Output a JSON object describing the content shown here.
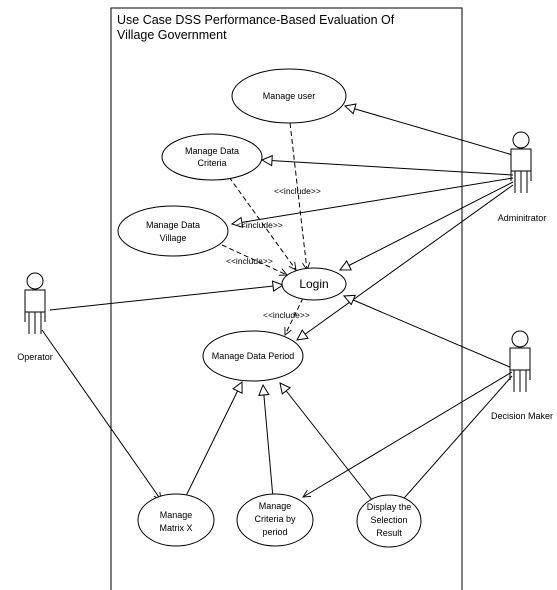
{
  "system": {
    "title_line1": "Use Case DSS Performance-Based Evaluation Of",
    "title_line2": "Village Government"
  },
  "actors": {
    "operator": "Operator",
    "administrator": "Adminitrator",
    "decision_maker": "Decision Maker"
  },
  "use_cases": {
    "manage_user": "Manage user",
    "manage_data_criteria": [
      "Manage Data",
      "Criteria"
    ],
    "manage_data_village": [
      "Manage Data",
      "Village"
    ],
    "login": "Login",
    "manage_data_period": "Manage Data Period",
    "manage_matrix_x": [
      "Manage",
      "Matrix X"
    ],
    "manage_criteria_by_period": [
      "Manage",
      "Criteria by",
      "period"
    ],
    "display_selection_result": [
      "Display the",
      "Selection",
      "Result"
    ]
  },
  "relations": {
    "include_1": "<<include>>",
    "include_2": "<<include>>",
    "include_3": "<<include>>",
    "include_4": "<<include>>"
  }
}
